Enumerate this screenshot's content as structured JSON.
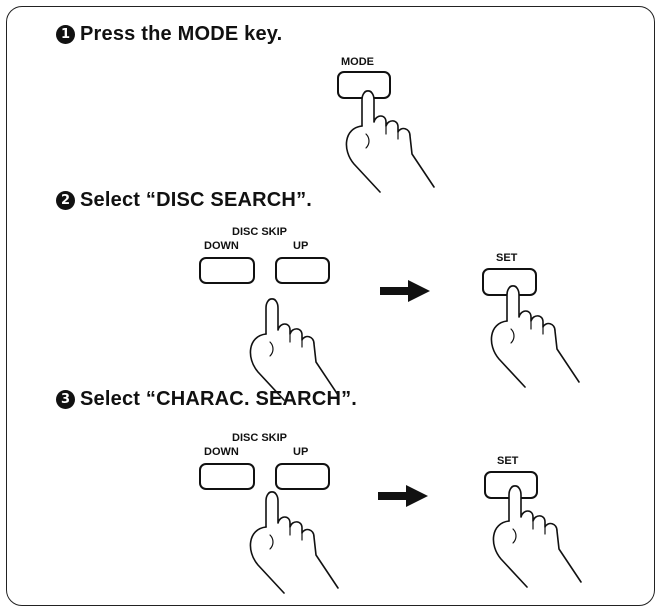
{
  "steps": [
    {
      "number": "1",
      "title": "Press the MODE key.",
      "keys": [
        "MODE"
      ]
    },
    {
      "number": "2",
      "title": "Select “DISC SEARCH”.",
      "group_label": "DISC SKIP",
      "keys": [
        "DOWN",
        "UP",
        "SET"
      ]
    },
    {
      "number": "3",
      "title": "Select “CHARAC. SEARCH”.",
      "group_label": "DISC SKIP",
      "keys": [
        "DOWN",
        "UP",
        "SET"
      ]
    }
  ],
  "icons": [
    "hand-pointer-icon",
    "right-arrow-icon"
  ]
}
